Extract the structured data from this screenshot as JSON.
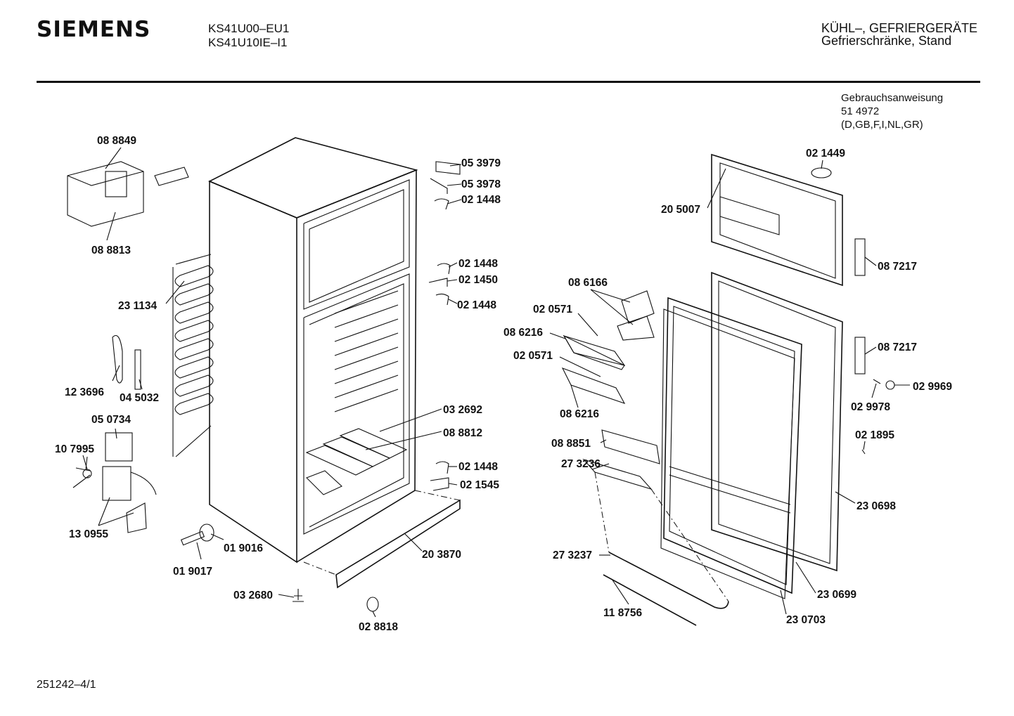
{
  "header": {
    "brand": "SIEMENS",
    "model_1": "KS41U00–EU1",
    "model_2": "KS41U10IE–I1",
    "category_1": "KÜHL–, GEFRIERGERÄTE",
    "category_2": "Gefrierschränke, Stand"
  },
  "manual": {
    "title": "Gebrauchsanweisung",
    "number": "51 4972",
    "languages": "(D,GB,F,I,NL,GR)"
  },
  "footer": {
    "doc_id": "251242–4/1"
  },
  "parts": {
    "p088849": "08 8849",
    "p088813": "08 8813",
    "p231134": "23 1134",
    "p123696": "12 3696",
    "p045032": "04 5032",
    "p050734": "05 0734",
    "p107995": "10 7995",
    "p130955": "13 0955",
    "p019017": "01 9017",
    "p019016": "01 9016",
    "p032680": "03 2680",
    "p028818": "02 8818",
    "p203870": "20 3870",
    "p032692": "03 2692",
    "p088812": "08 8812",
    "p021448a": "02 1448",
    "p021448b": "02 1448",
    "p021448c": "02 1448",
    "p021448d": "02 1448",
    "p021450": "02 1450",
    "p021545": "02 1545",
    "p053979": "05 3979",
    "p053978": "05 3978",
    "p021449": "02 1449",
    "p205007": "20 5007",
    "p087217a": "08 7217",
    "p087217b": "08 7217",
    "p086166": "08 6166",
    "p020571a": "02 0571",
    "p086216a": "08 6216",
    "p020571b": "02 0571",
    "p086216b": "08 6216",
    "p088851": "08 8851",
    "p273236": "27 3236",
    "p273237": "27 3237",
    "p118756": "11 8756",
    "p029969": "02 9969",
    "p029978": "02 9978",
    "p021895": "02 1895",
    "p230698": "23 0698",
    "p230699": "23 0699",
    "p230703": "23 0703"
  }
}
